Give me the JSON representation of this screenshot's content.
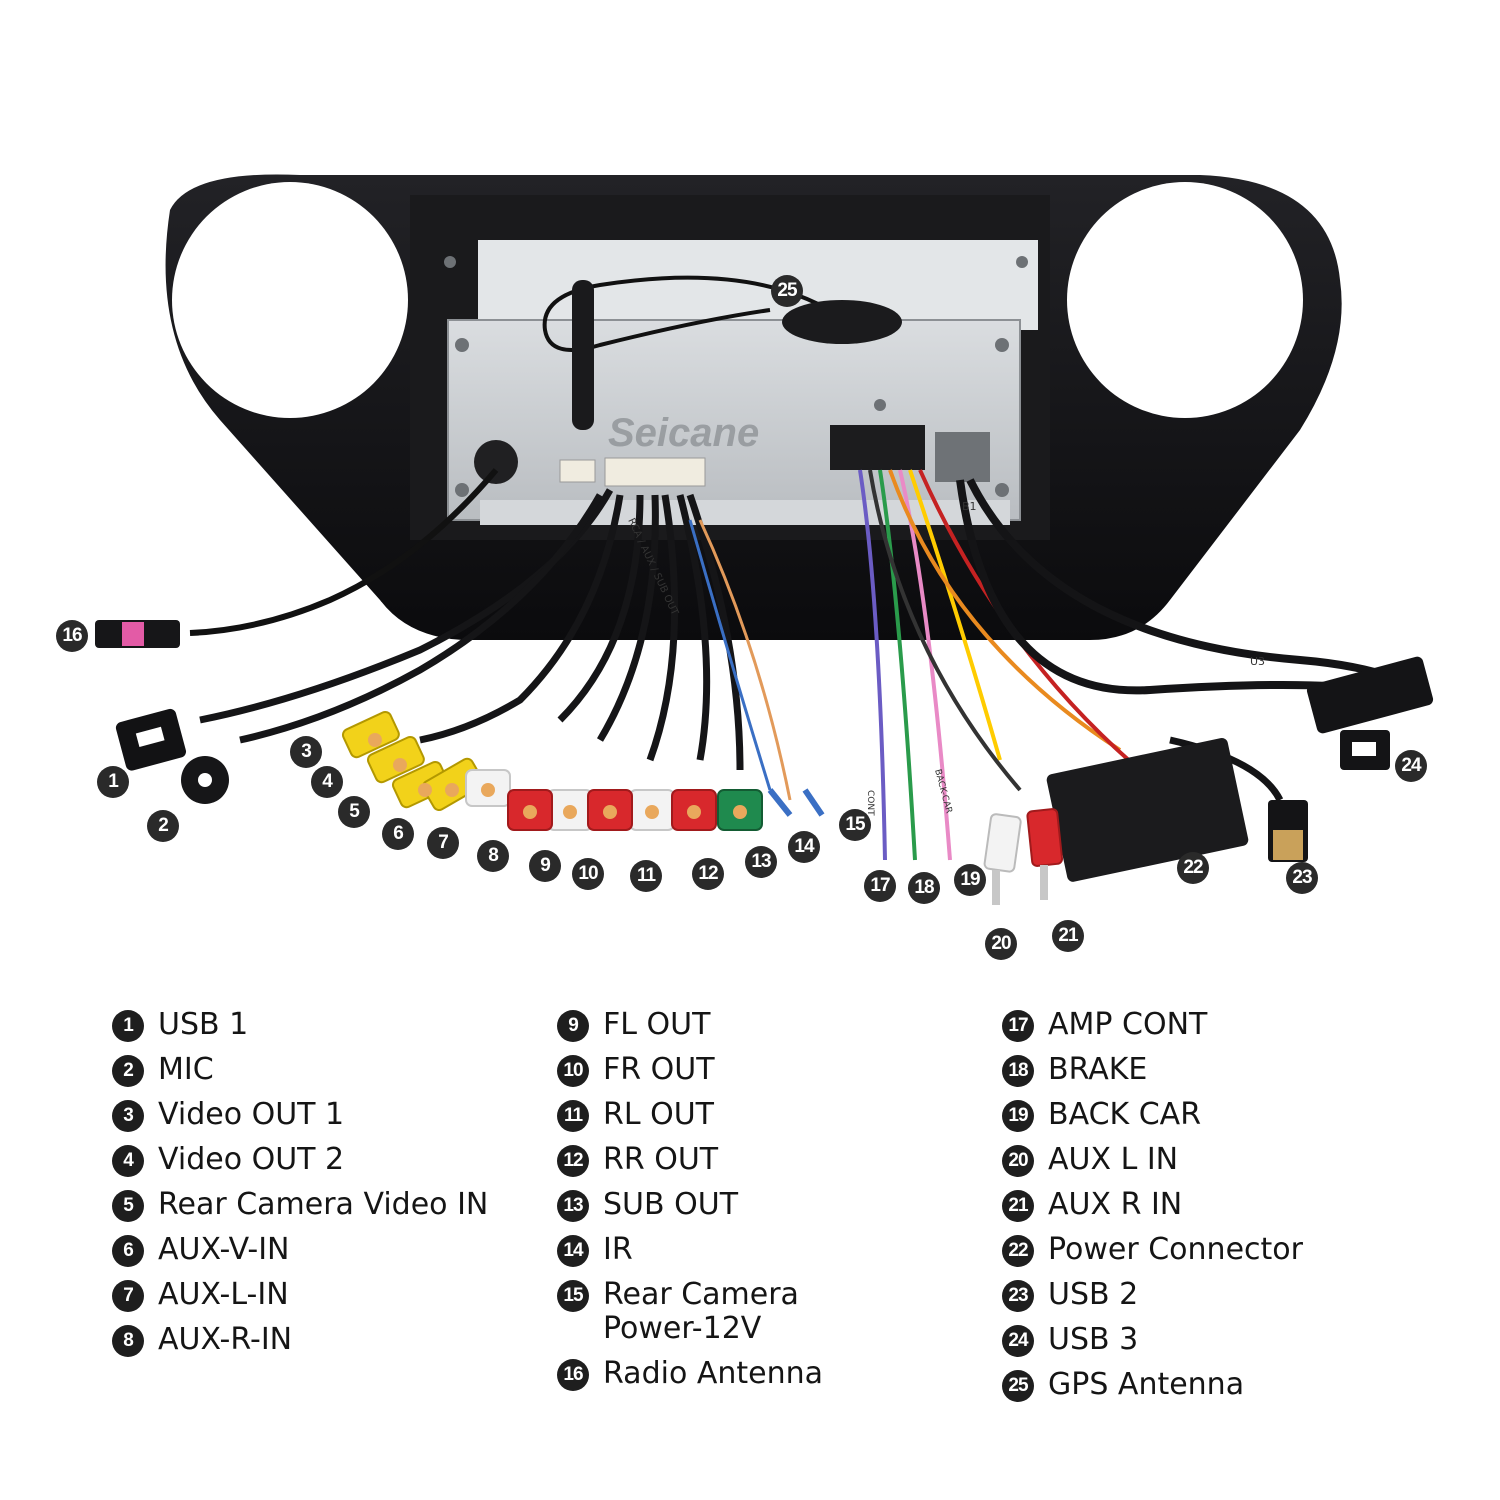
{
  "brand_watermark": "Seicane",
  "cable_tags": {
    "rca_bundle": "RCA / AUX / SUB OUT",
    "amp_cont_tag": "CONT",
    "back_car_tag": "BACK-CAR",
    "usb_tag_1": "B1",
    "usb_tag_3": "U3"
  },
  "legend": {
    "column_1": [
      {
        "num": "1",
        "label": "USB 1"
      },
      {
        "num": "2",
        "label": "MIC"
      },
      {
        "num": "3",
        "label": "Video OUT 1"
      },
      {
        "num": "4",
        "label": "Video OUT 2"
      },
      {
        "num": "5",
        "label": "Rear Camera Video IN"
      },
      {
        "num": "6",
        "label": "AUX-V-IN"
      },
      {
        "num": "7",
        "label": "AUX-L-IN"
      },
      {
        "num": "8",
        "label": "AUX-R-IN"
      }
    ],
    "column_2": [
      {
        "num": "9",
        "label": "FL OUT"
      },
      {
        "num": "10",
        "label": "FR OUT"
      },
      {
        "num": "11",
        "label": "RL OUT"
      },
      {
        "num": "12",
        "label": "RR OUT"
      },
      {
        "num": "13",
        "label": "SUB OUT"
      },
      {
        "num": "14",
        "label": "IR"
      },
      {
        "num": "15",
        "label": "Rear Camera\nPower-12V"
      },
      {
        "num": "16",
        "label": "Radio Antenna"
      }
    ],
    "column_3": [
      {
        "num": "17",
        "label": "AMP CONT"
      },
      {
        "num": "18",
        "label": "BRAKE"
      },
      {
        "num": "19",
        "label": "BACK CAR"
      },
      {
        "num": "20",
        "label": "AUX L IN"
      },
      {
        "num": "21",
        "label": "AUX R IN"
      },
      {
        "num": "22",
        "label": "Power Connector"
      },
      {
        "num": "23",
        "label": "USB 2"
      },
      {
        "num": "24",
        "label": "USB 3"
      },
      {
        "num": "25",
        "label": "GPS Antenna"
      }
    ]
  },
  "markers": [
    "1",
    "2",
    "3",
    "4",
    "5",
    "6",
    "7",
    "8",
    "9",
    "10",
    "11",
    "12",
    "13",
    "14",
    "15",
    "16",
    "17",
    "18",
    "19",
    "20",
    "21",
    "22",
    "23",
    "24",
    "25"
  ],
  "colors": {
    "frame": "#141416",
    "metal": "#cfd3d6",
    "yellow_rca": "#f2d21a",
    "red_rca": "#d8282c",
    "white_rca": "#f3f3f3",
    "green_rca": "#1f8a4e",
    "marker_bg": "#2a2a2a"
  },
  "icons": [
    "usb-port-icon",
    "mic-jack-icon",
    "rca-plug-icon",
    "gps-antenna-icon",
    "radio-antenna-icon",
    "power-connector-icon"
  ]
}
